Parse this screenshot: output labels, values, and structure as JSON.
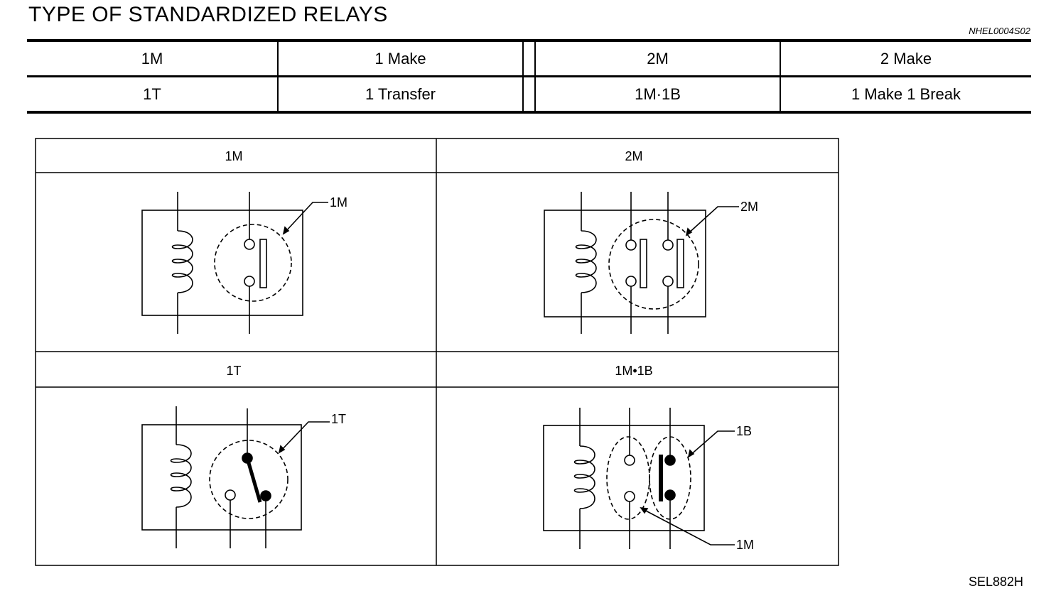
{
  "title": "TYPE OF STANDARDIZED RELAYS",
  "doc_code": "NHEL0004S02",
  "figure_code": "SEL882H",
  "legend": [
    {
      "code": "1M",
      "desc": "1 Make",
      "code2": "2M",
      "desc2": "2 Make"
    },
    {
      "code": "1T",
      "desc": "1 Transfer",
      "code2": "1M·1B",
      "desc2": "1 Make 1 Break"
    }
  ],
  "cells": {
    "c1M": {
      "header": "1M",
      "callout": "1M"
    },
    "c2M": {
      "header": "2M",
      "callout": "2M"
    },
    "c1T": {
      "header": "1T",
      "callout": "1T"
    },
    "c1M1B": {
      "header": "1M•1B",
      "callout_b": "1B",
      "callout_m": "1M"
    }
  }
}
